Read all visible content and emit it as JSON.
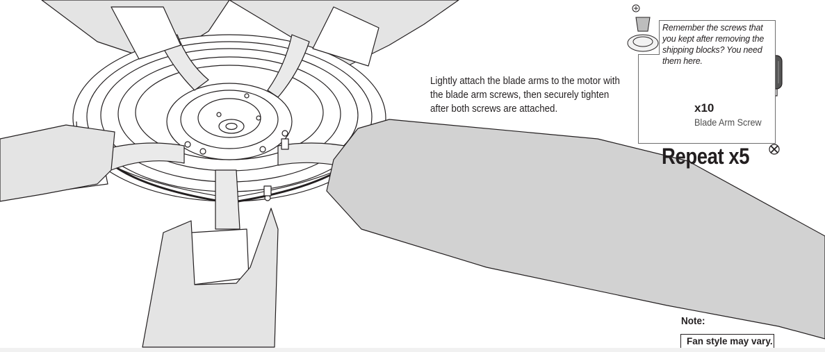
{
  "instruction": {
    "text": "Lightly attach the blade arms to the motor with\nthe blade arm screws, then securely tighten\nafter both screws are attached."
  },
  "reminder": {
    "text": "Remember the screws that you kept after removing the shipping blocks? You need them here."
  },
  "hardware": {
    "quantity": "x10",
    "name": "Blade Arm Screw"
  },
  "repeat": {
    "label": "Repeat x5"
  },
  "note": {
    "title": "Note:",
    "text": "Fan style may vary."
  },
  "icons": [
    "ceiling-fan-illustration",
    "screw-icon",
    "screwdriver-icon",
    "phillips-head-icon",
    "shipping-block-icon"
  ],
  "colors": {
    "line": "#231f20",
    "blade_fill": "#e4e4e4",
    "blade_fill_dark": "#d2d2d2",
    "box_border": "#6d6d6d"
  }
}
